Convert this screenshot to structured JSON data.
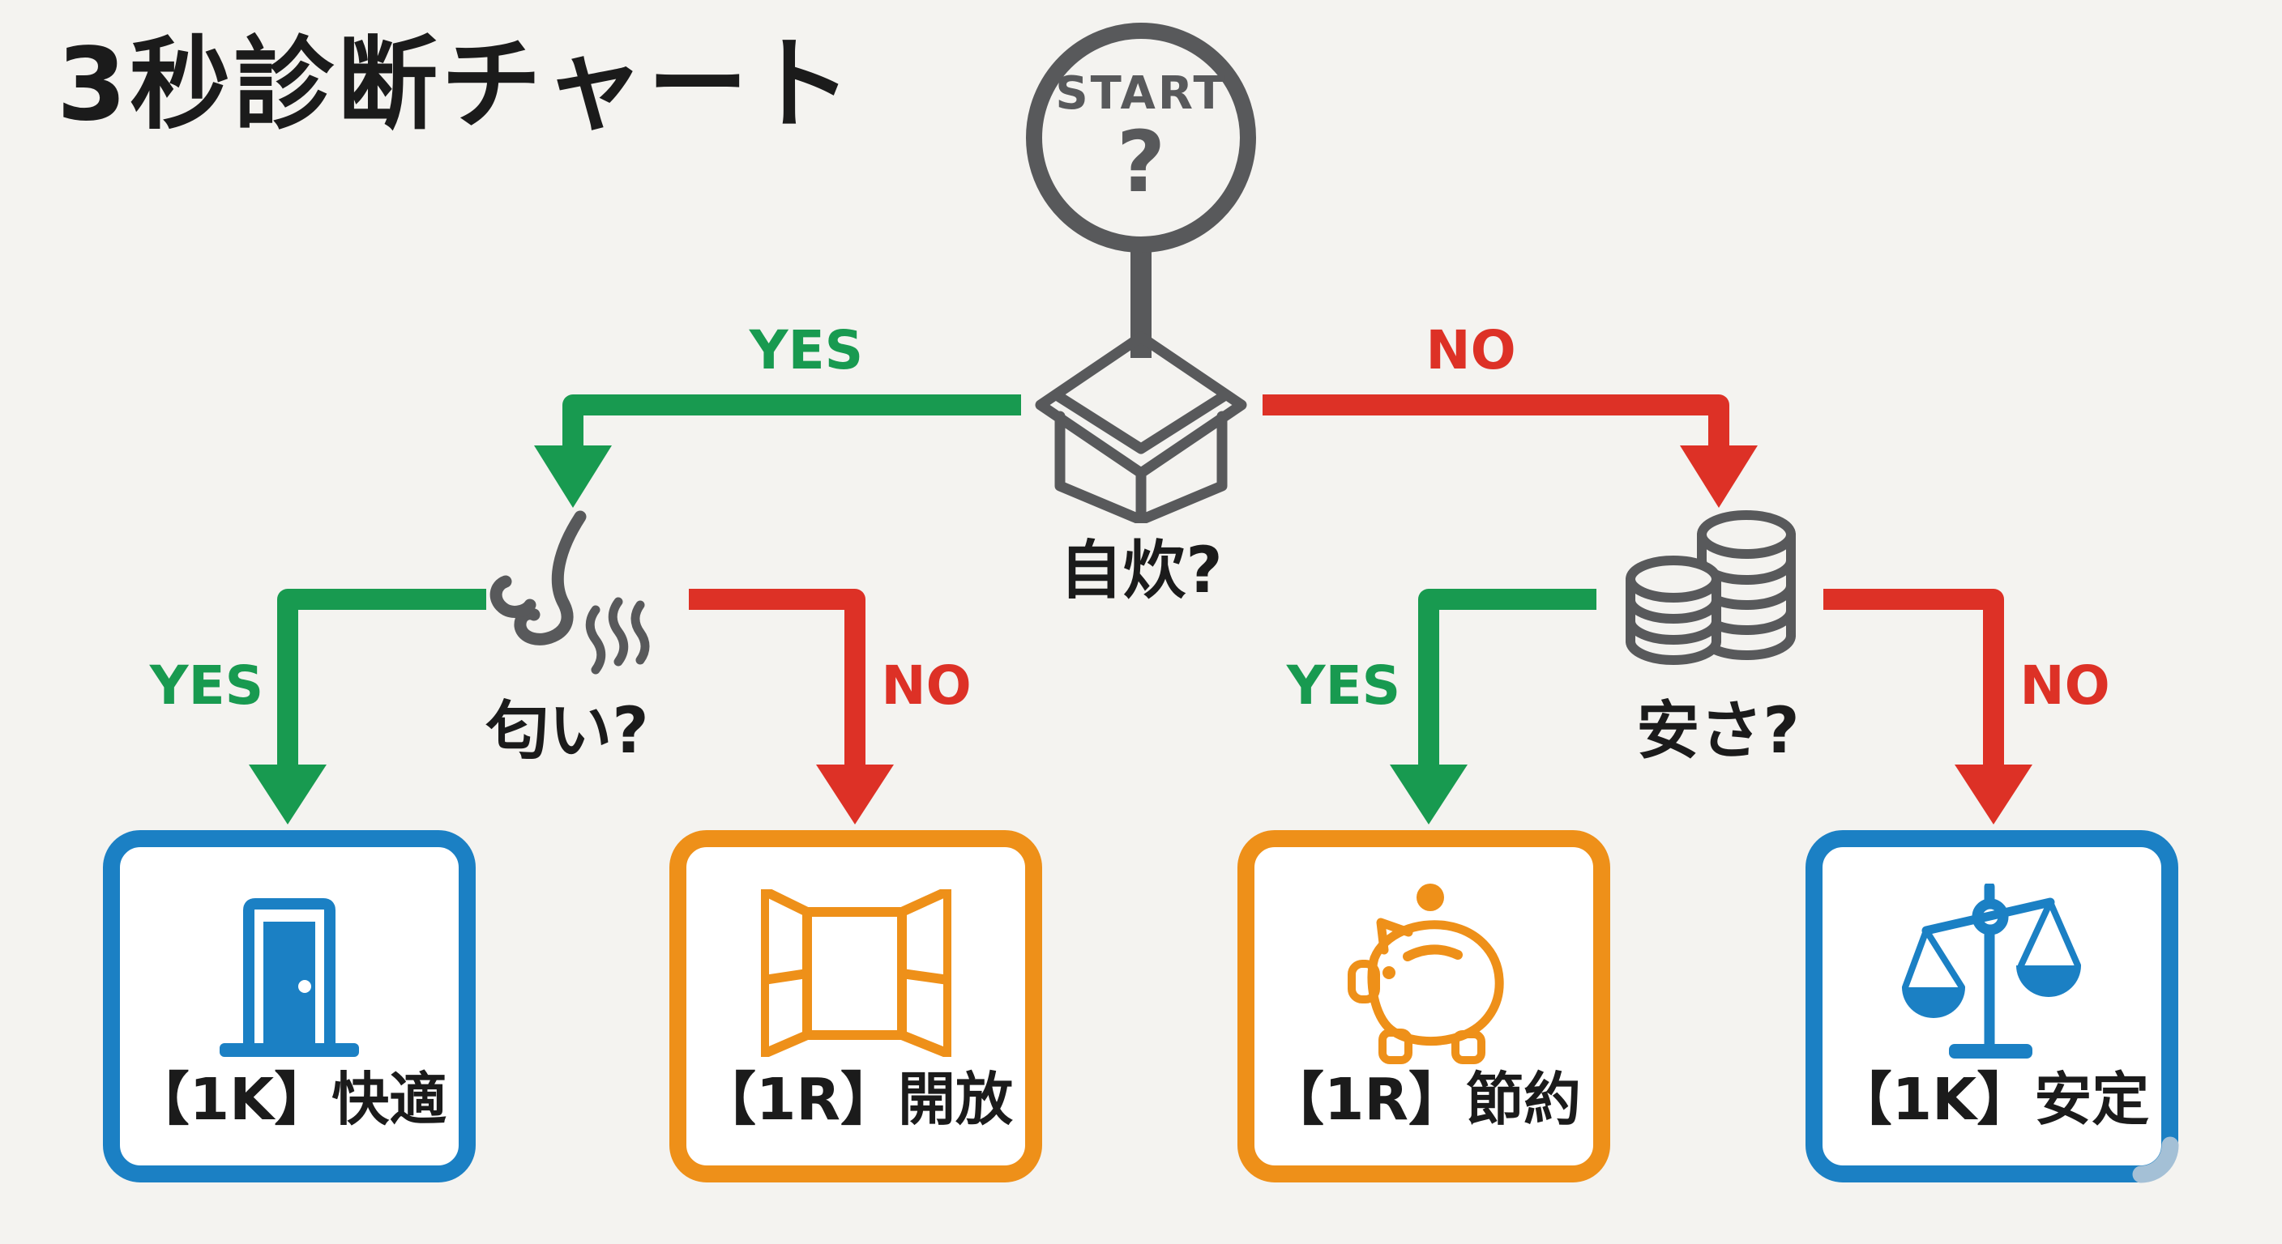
{
  "title": "3秒診断チャート",
  "colors": {
    "bg": "#f4f3f0",
    "ink": "#1b1b1b",
    "gray": "#58595b",
    "green": "#189a50",
    "red": "#dd3126",
    "blue": "#1b80c4",
    "orange": "#ee9019"
  },
  "start": {
    "label": "START",
    "symbol": "?"
  },
  "branches": {
    "yes": "YES",
    "no": "NO"
  },
  "questions": [
    {
      "id": "cook",
      "label": "自炊?",
      "icon": "open-box-icon"
    },
    {
      "id": "smell",
      "label": "匂い?",
      "icon": "nose-icon"
    },
    {
      "id": "price",
      "label": "安さ?",
      "icon": "coins-icon"
    }
  ],
  "results": [
    {
      "label": "【1K】快適",
      "accent": "blue",
      "icon": "door-icon"
    },
    {
      "label": "【1R】開放",
      "accent": "orange",
      "icon": "open-window-icon"
    },
    {
      "label": "【1R】節約",
      "accent": "orange",
      "icon": "piggy-bank-icon"
    },
    {
      "label": "【1K】安定",
      "accent": "blue",
      "icon": "balance-scale-icon"
    }
  ]
}
